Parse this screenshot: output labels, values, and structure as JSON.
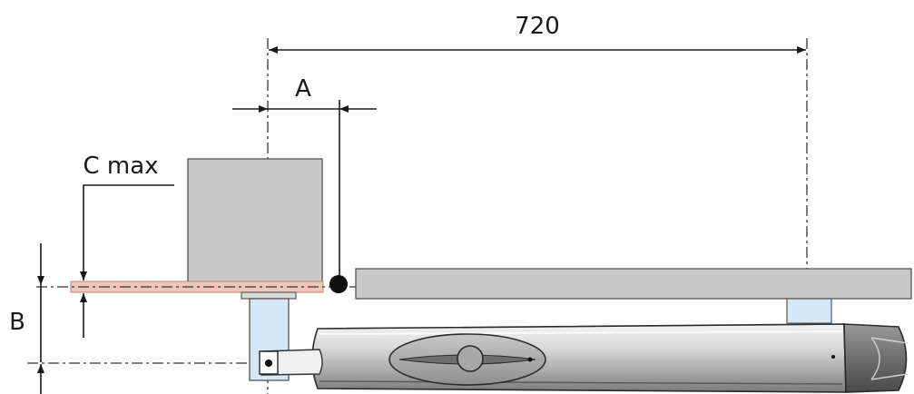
{
  "dimensions": {
    "width_label": "720",
    "a_label": "A",
    "b_label": "B",
    "c_label": "C max"
  }
}
